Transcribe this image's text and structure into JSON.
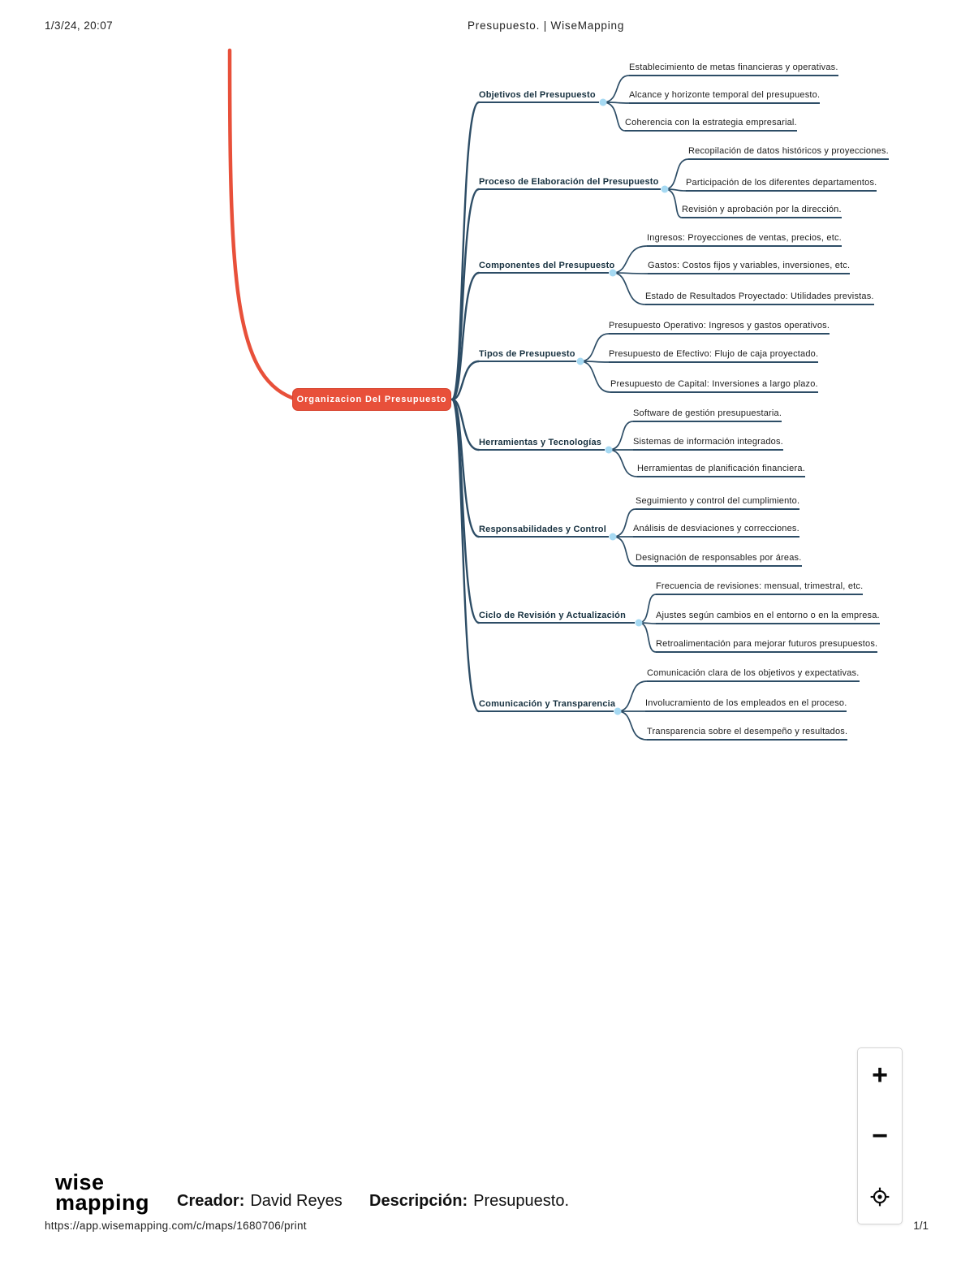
{
  "header": {
    "timestamp": "1/3/24, 20:07",
    "title": "Presupuesto. | WiseMapping"
  },
  "map": {
    "central": "Organizacion Del Presupuesto",
    "branches": [
      {
        "label": "Objetivos del Presupuesto",
        "children": [
          "Establecimiento de metas financieras y operativas.",
          "Alcance y horizonte temporal del presupuesto.",
          "Coherencia con la estrategia empresarial."
        ]
      },
      {
        "label": "Proceso de Elaboración del Presupuesto",
        "children": [
          "Recopilación de datos históricos y proyecciones.",
          "Participación de los diferentes departamentos.",
          "Revisión y aprobación por la dirección."
        ]
      },
      {
        "label": "Componentes del Presupuesto",
        "children": [
          "Ingresos: Proyecciones de ventas, precios, etc.",
          "Gastos: Costos fijos y variables, inversiones, etc.",
          "Estado de Resultados Proyectado: Utilidades previstas."
        ]
      },
      {
        "label": "Tipos de Presupuesto",
        "children": [
          "Presupuesto Operativo: Ingresos y gastos operativos.",
          "Presupuesto de Efectivo: Flujo de caja proyectado.",
          "Presupuesto de Capital: Inversiones a largo plazo."
        ]
      },
      {
        "label": "Herramientas y Tecnologías",
        "children": [
          "Software de gestión presupuestaria.",
          "Sistemas de información integrados.",
          "Herramientas de planificación financiera."
        ]
      },
      {
        "label": "Responsabilidades y Control",
        "children": [
          "Seguimiento y control del cumplimiento.",
          "Análisis de desviaciones y correcciones.",
          "Designación de responsables por áreas."
        ]
      },
      {
        "label": "Ciclo de Revisión y Actualización",
        "children": [
          "Frecuencia de revisiones: mensual, trimestral, etc.",
          "Ajustes según cambios en el entorno o en la empresa.",
          "Retroalimentación para mejorar futuros presupuestos."
        ]
      },
      {
        "label": "Comunicación y Transparencia",
        "children": [
          "Comunicación clara de los objetivos y expectativas.",
          "Involucramiento de los empleados en el proceso.",
          "Transparencia sobre el desempeño y resultados."
        ]
      }
    ]
  },
  "colors": {
    "central_bg": "#e8503a",
    "branch_line": "#2d4d66",
    "connector_dot": "#a6d9f2"
  },
  "zoom_controls": {
    "zoom_in": "+",
    "zoom_out": "−",
    "icons": [
      "plus-icon",
      "minus-icon",
      "target-icon"
    ]
  },
  "footer": {
    "logo_line1": "wise",
    "logo_line2": "mapping",
    "creator_label": "Creador:",
    "creator_name": "David Reyes",
    "description_label": "Descripción:",
    "description_value": "Presupuesto.",
    "url": "https://app.wisemapping.com/c/maps/1680706/print",
    "page_indicator": "1/1"
  }
}
